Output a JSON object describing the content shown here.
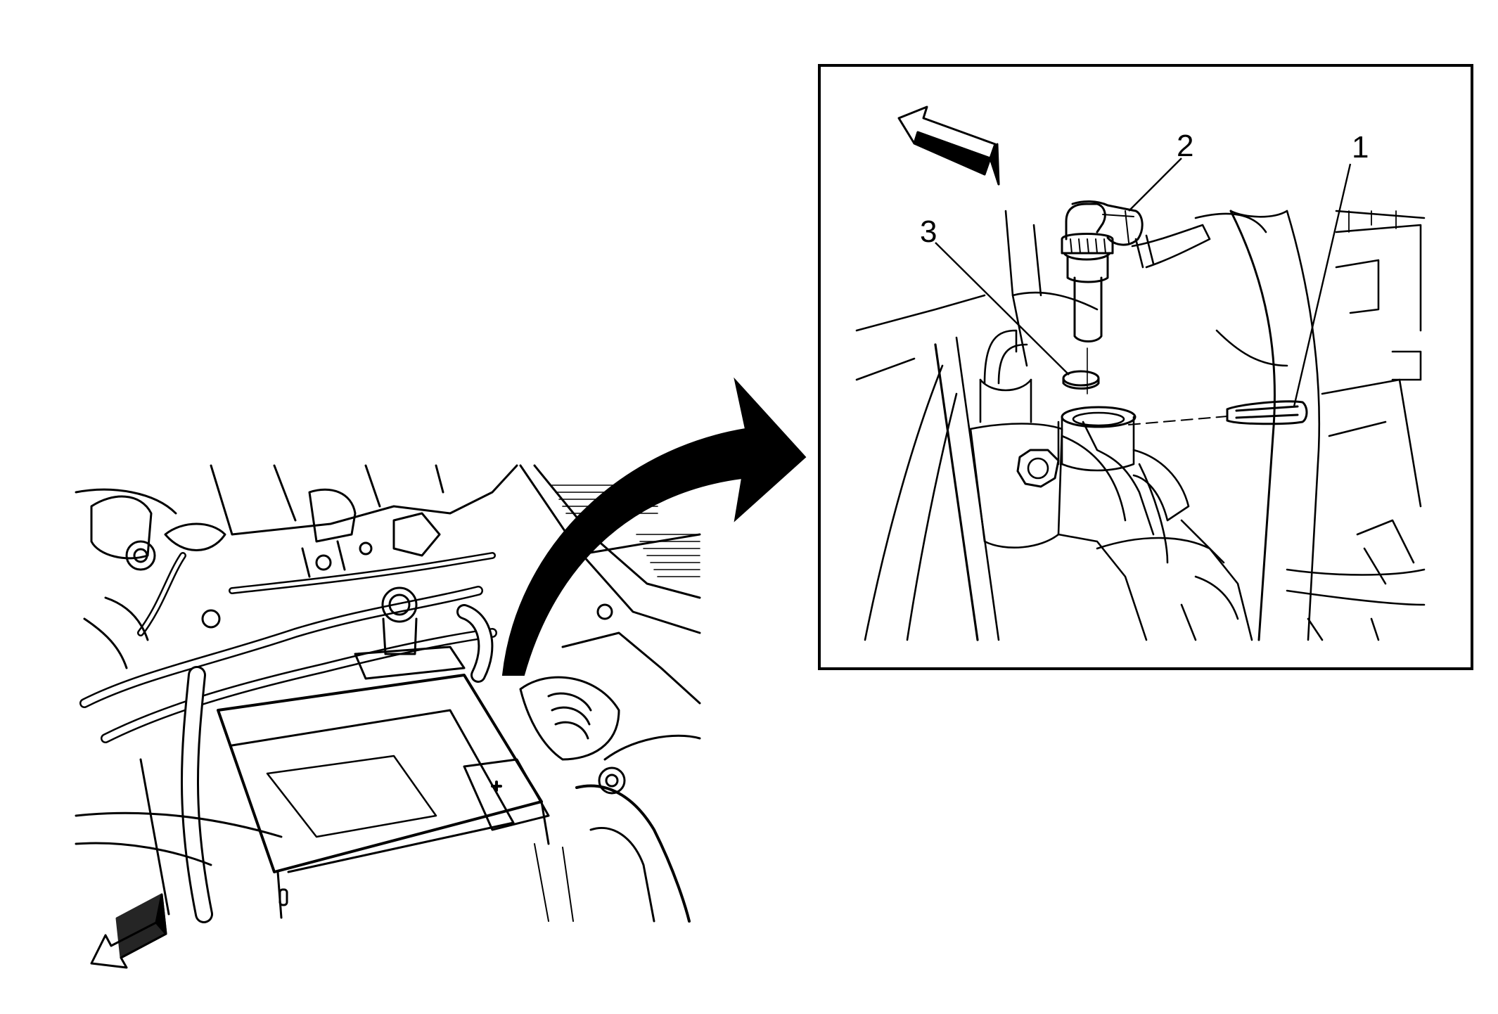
{
  "figure": {
    "callouts": [
      {
        "number": "1",
        "part": "tool"
      },
      {
        "number": "2",
        "part": "sensor"
      },
      {
        "number": "3",
        "part": "seal"
      }
    ]
  },
  "colors": {
    "line": "#000000",
    "background": "#ffffff"
  },
  "icons": [
    "forward-direction-arrow-icon",
    "zoom-curved-arrow-icon"
  ]
}
